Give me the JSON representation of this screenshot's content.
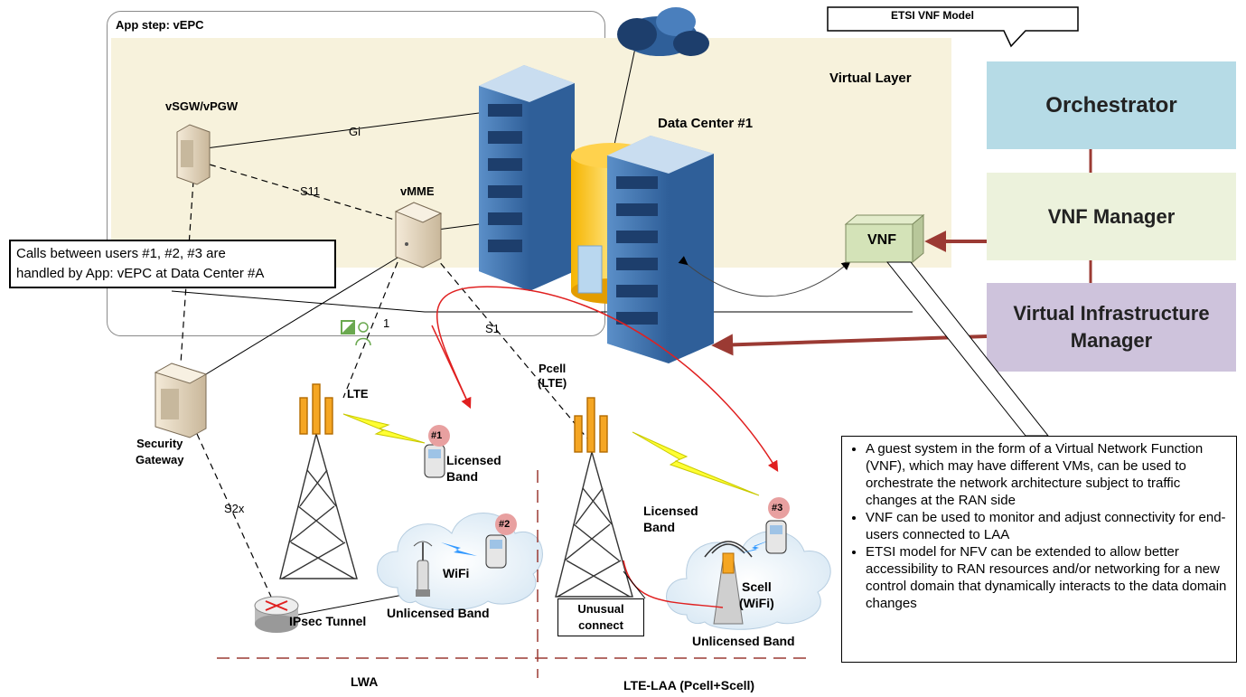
{
  "frame": {
    "title": "App step:  vEPC"
  },
  "etsi_model": {
    "title": "ETSI VNF Model",
    "orchestrator": "Orchestrator",
    "vnf_manager": "VNF Manager",
    "vim_line1": "Virtual Infrastructure",
    "vim_line2": "Manager"
  },
  "labels": {
    "virtual_layer": "Virtual Layer",
    "data_center": "Data Center #1",
    "vsgw": "vSGW/vPGW",
    "vmme": "vMME",
    "gi": "Gi",
    "s11": "S11",
    "s1": "S1",
    "one": "1",
    "lte": "LTE",
    "pcell_line1": "Pcell",
    "pcell_line2": "(LTE)",
    "security_gateway_line1": "Security",
    "security_gateway_line2": "Gateway",
    "s2x": "S2x",
    "licensed_band_line1": "Licensed",
    "licensed_band_line2": "Band",
    "licensed_band2_line1": "Licensed",
    "licensed_band2_line2": "Band",
    "wifi": "WiFi",
    "unlicensed_band": "Unlicensed Band",
    "unlicensed_band2": "Unlicensed Band",
    "ipsec": "IPsec Tunnel",
    "scell_line1": "Scell",
    "scell_line2": "(WiFi)",
    "unusual_line1": "Unusual",
    "unusual_line2": "connect",
    "lwa": "LWA",
    "lte_laa": "LTE-LAA (Pcell+Scell)",
    "vnf": "VNF",
    "user1": "#1",
    "user2": "#2",
    "user3": "#3"
  },
  "callout": {
    "line1": "Calls between users #1, #2, #3 are",
    "line2": "handled by App: vEPC at Data Center #A"
  },
  "bullets": [
    "A guest system in the form of a Virtual Network Function (VNF), which may have different VMs, can be used to orchestrate the network architecture subject to traffic changes at the RAN side",
    "VNF can be used to monitor and adjust connectivity for end-users connected to LAA",
    "ETSI model for NFV can be extended to allow better accessibility to RAN resources and/or networking for a new control domain that dynamically interacts to the data domain changes"
  ],
  "colors": {
    "virtual_band": "#f7f2dc",
    "orchestrator": "#b6dbe6",
    "vnf_manager": "#ecf2dc",
    "vim": "#cec3dc",
    "arrow": "#9b3a33",
    "server_blue": "#3b6fa8",
    "signal_red": "#e02020"
  }
}
